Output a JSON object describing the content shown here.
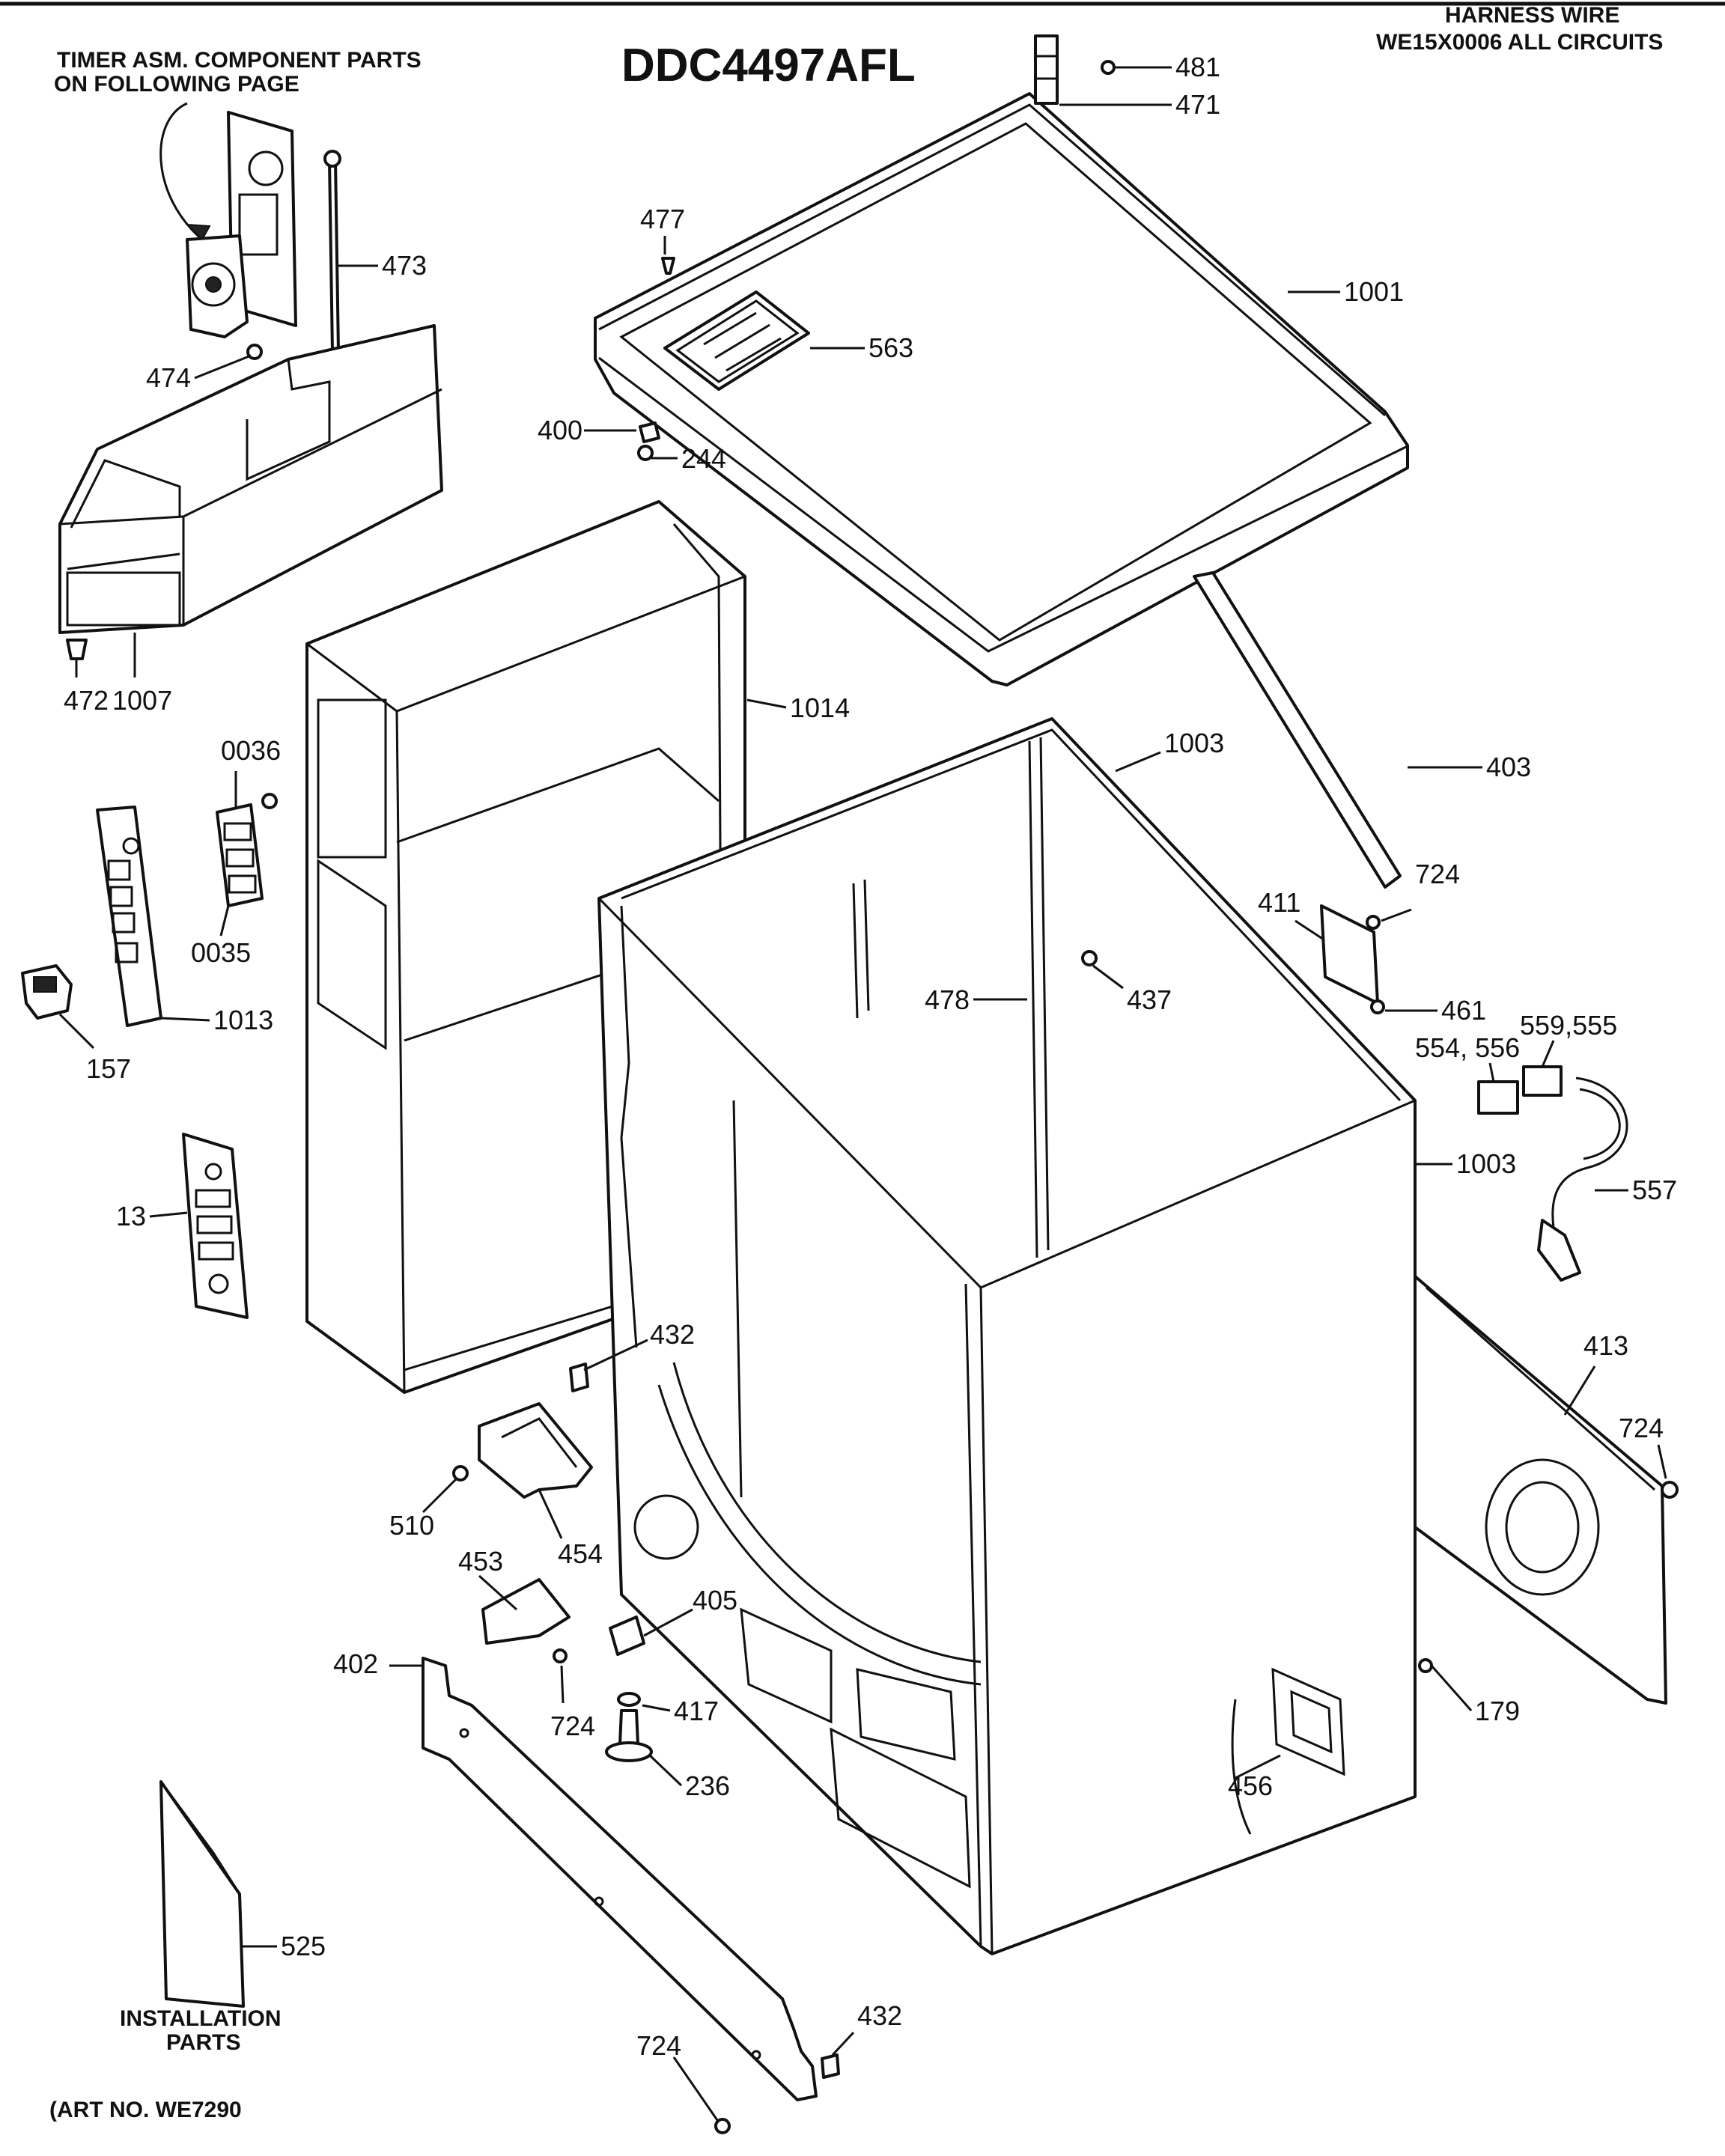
{
  "title": "DDC4497AFL",
  "notes": {
    "timer_line1": "TIMER ASM. COMPONENT PARTS",
    "timer_line2": "ON FOLLOWING PAGE",
    "harness_line1": "HARNESS WIRE",
    "harness_line2": "WE15X0006 ALL CIRCUITS",
    "installation_line1": "INSTALLATION",
    "installation_line2": "PARTS",
    "art_no": "(ART NO. WE7290"
  },
  "callouts": {
    "c481": "481",
    "c471": "471",
    "c473": "473",
    "c477": "477",
    "c1001": "1001",
    "c563": "563",
    "c474": "474",
    "c400": "400",
    "c244": "244",
    "c472": "472",
    "c1007": "1007",
    "c1014": "1014",
    "c0036": "0036",
    "c0035": "0035",
    "c1013": "1013",
    "c157": "157",
    "c403": "403",
    "c1003a": "1003",
    "c724a": "724",
    "c411": "411",
    "c437": "437",
    "c478": "478",
    "c461": "461",
    "c554": "554, 556",
    "c559": "559,555",
    "c1003b": "1003",
    "c557": "557",
    "c13": "13",
    "c432a": "432",
    "c413": "413",
    "c724b": "724",
    "c510": "510",
    "c454": "454",
    "c453": "453",
    "c405": "405",
    "c402": "402",
    "c417": "417",
    "c724c": "724",
    "c236": "236",
    "c179": "179",
    "c456": "456",
    "c525": "525",
    "c432b": "432",
    "c724d": "724"
  }
}
